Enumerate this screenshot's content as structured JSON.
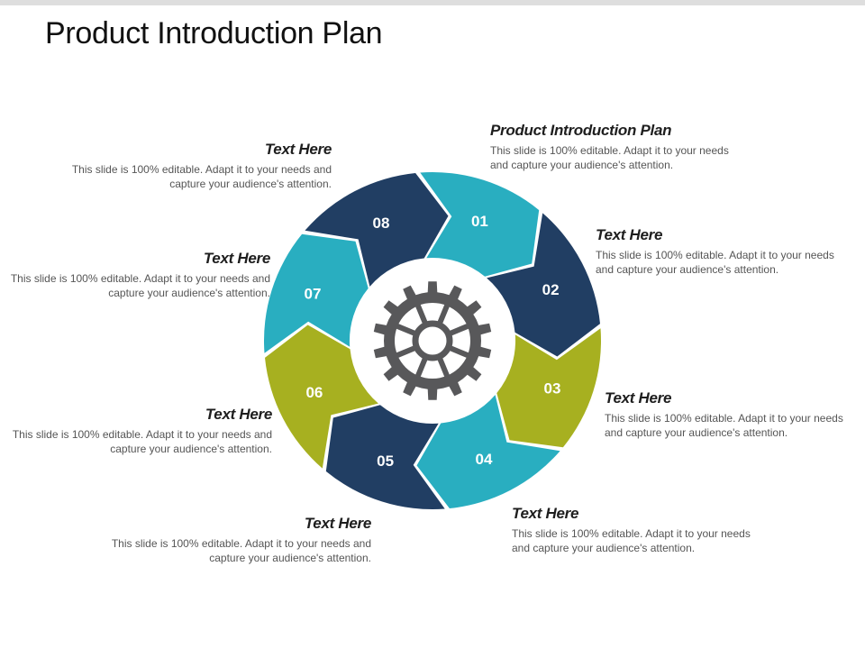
{
  "title": "Product Introduction Plan",
  "colors": {
    "teal": "#29AEC0",
    "navy": "#213E63",
    "olive": "#A7B020",
    "gear": "#58585A",
    "strip": "#DEDEDE"
  },
  "center_icon": "gear-icon",
  "segments": [
    {
      "label": "01",
      "color": "teal"
    },
    {
      "label": "02",
      "color": "navy"
    },
    {
      "label": "03",
      "color": "olive"
    },
    {
      "label": "04",
      "color": "teal"
    },
    {
      "label": "05",
      "color": "navy"
    },
    {
      "label": "06",
      "color": "olive"
    },
    {
      "label": "07",
      "color": "teal"
    },
    {
      "label": "08",
      "color": "navy"
    }
  ],
  "blocks": [
    {
      "heading": "Product Introduction Plan",
      "body": "This slide is 100% editable. Adapt it to your needs and capture your audience's attention."
    },
    {
      "heading": "Text Here",
      "body": "This slide is 100% editable. Adapt it to your needs and capture your audience's attention."
    },
    {
      "heading": "Text Here",
      "body": "This slide is 100% editable. Adapt it to your needs and capture your audience's attention."
    },
    {
      "heading": "Text Here",
      "body": "This slide is 100% editable. Adapt it to your needs and capture your audience's attention."
    },
    {
      "heading": "Text Here",
      "body": "This slide is 100% editable. Adapt it to your needs and capture your audience's attention."
    },
    {
      "heading": "Text Here",
      "body": "This slide is 100% editable. Adapt it to your needs and capture your audience's attention."
    },
    {
      "heading": "Text Here",
      "body": "This slide is 100% editable. Adapt it to your needs and capture your audience's attention."
    },
    {
      "heading": "Text Here",
      "body": "This slide is 100% editable. Adapt it to your needs and capture your audience's attention."
    }
  ]
}
